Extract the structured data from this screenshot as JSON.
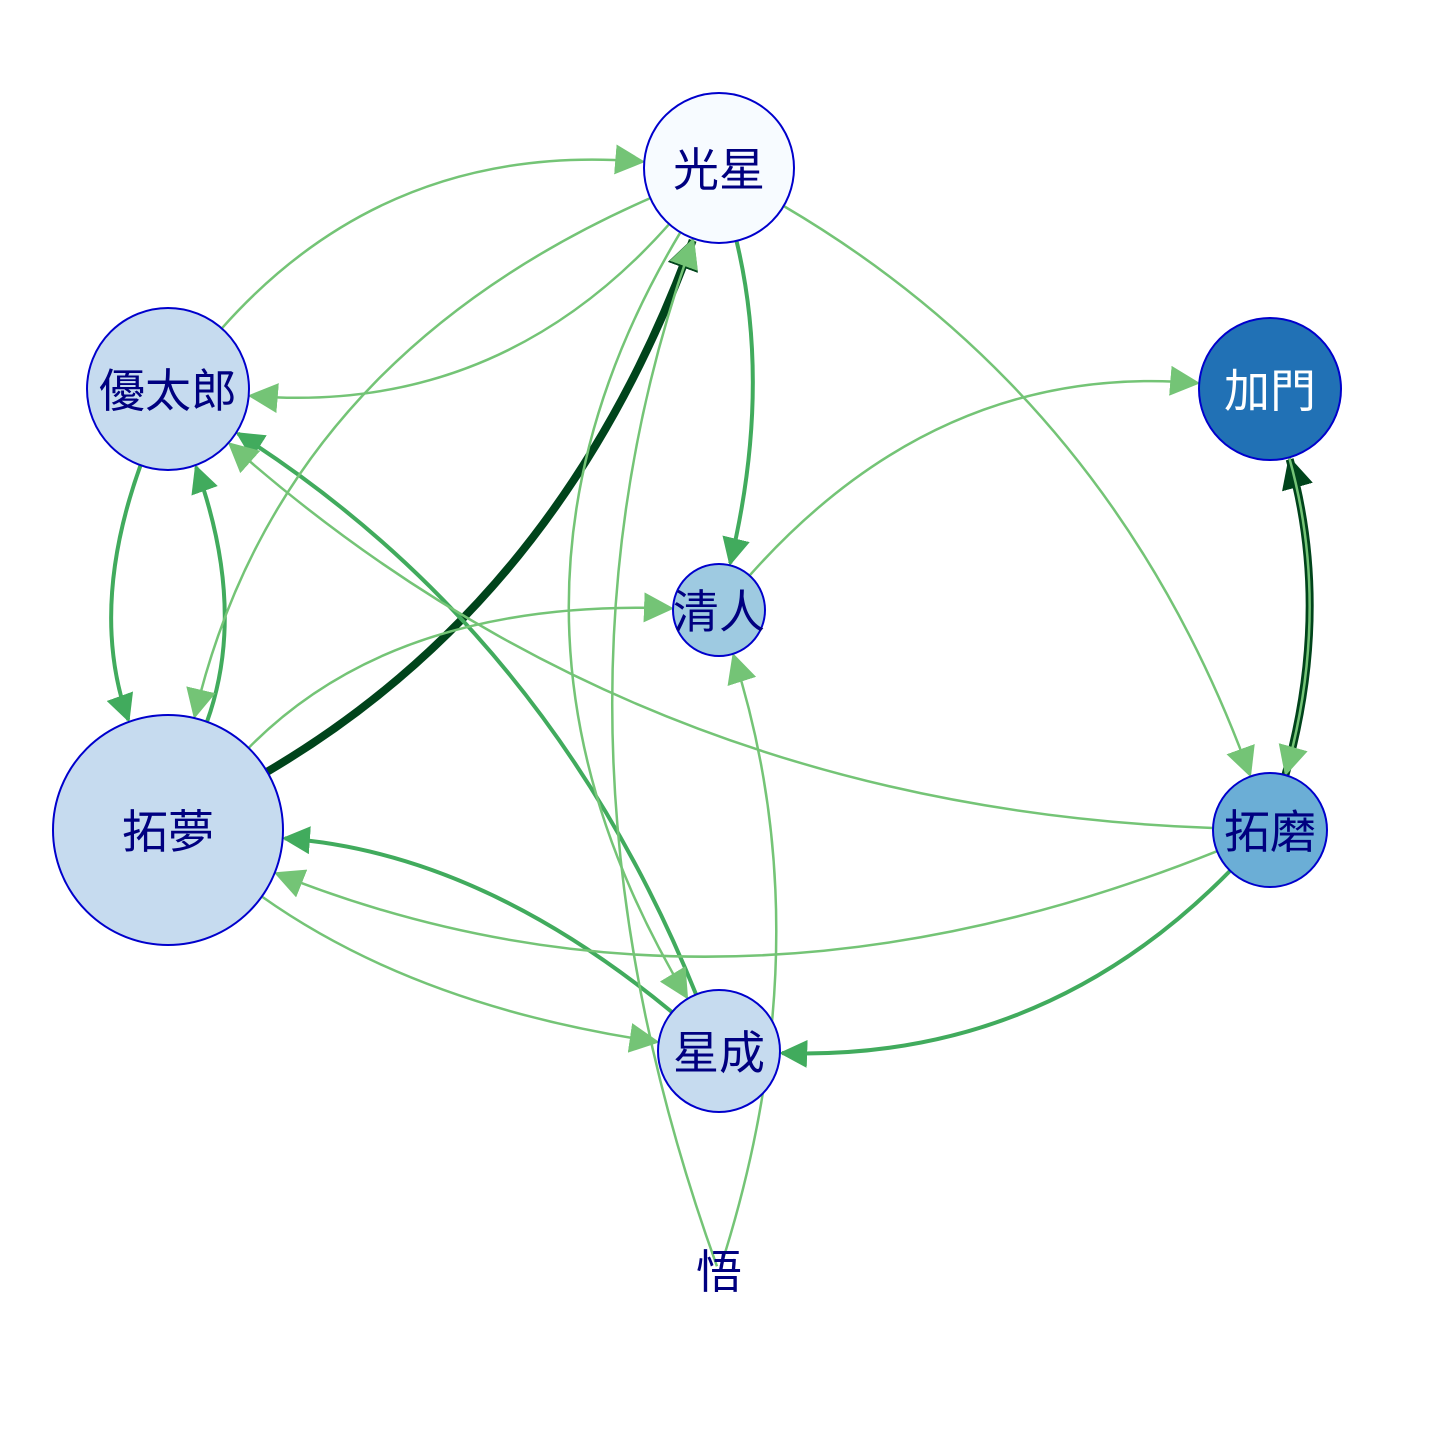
{
  "nodes": [
    {
      "id": "koboshi",
      "label": "光星",
      "fill": "#f7fbff",
      "text_color": "#000080"
    },
    {
      "id": "yutaro",
      "label": "優太郎",
      "fill": "#c6dbef",
      "text_color": "#000080"
    },
    {
      "id": "kamon",
      "label": "加門",
      "fill": "#2171b5",
      "text_color": "#ffffff"
    },
    {
      "id": "kiyoto",
      "label": "清人",
      "fill": "#9ecae1",
      "text_color": "#000080"
    },
    {
      "id": "takumu",
      "label": "拓夢",
      "fill": "#c6dbef",
      "text_color": "#000080"
    },
    {
      "id": "takuma",
      "label": "拓磨",
      "fill": "#6baed6",
      "text_color": "#000080"
    },
    {
      "id": "seina",
      "label": "星成",
      "fill": "#c6dbef",
      "text_color": "#000080"
    },
    {
      "id": "satoru",
      "label": "悟",
      "fill": "none",
      "text_color": "#000080"
    }
  ],
  "edges": [
    {
      "from": "takumu",
      "to": "koboshi",
      "weight": 4,
      "color": "#00441b"
    },
    {
      "from": "takuma",
      "to": "kamon",
      "weight": 4,
      "color": "#00441b"
    },
    {
      "from": "koboshi",
      "to": "kiyoto",
      "weight": 2,
      "color": "#41ab5d"
    },
    {
      "from": "takumu",
      "to": "yutaro",
      "weight": 2,
      "color": "#41ab5d"
    },
    {
      "from": "yutaro",
      "to": "takumu",
      "weight": 2,
      "color": "#41ab5d"
    },
    {
      "from": "seina",
      "to": "yutaro",
      "weight": 2,
      "color": "#41ab5d"
    },
    {
      "from": "seina",
      "to": "takumu",
      "weight": 2,
      "color": "#41ab5d"
    },
    {
      "from": "takuma",
      "to": "seina",
      "weight": 2,
      "color": "#41ab5d"
    },
    {
      "from": "yutaro",
      "to": "koboshi",
      "weight": 1,
      "color": "#74c476"
    },
    {
      "from": "koboshi",
      "to": "yutaro",
      "weight": 1,
      "color": "#74c476"
    },
    {
      "from": "koboshi",
      "to": "takumu",
      "weight": 1,
      "color": "#74c476"
    },
    {
      "from": "koboshi",
      "to": "takuma",
      "weight": 1,
      "color": "#74c476"
    },
    {
      "from": "kiyoto",
      "to": "kamon",
      "weight": 1,
      "color": "#74c476"
    },
    {
      "from": "kamon",
      "to": "takuma",
      "weight": 1,
      "color": "#74c476"
    },
    {
      "from": "takumu",
      "to": "kiyoto",
      "weight": 1,
      "color": "#74c476"
    },
    {
      "from": "takuma",
      "to": "yutaro",
      "weight": 1,
      "color": "#74c476"
    },
    {
      "from": "takuma",
      "to": "takumu",
      "weight": 1,
      "color": "#74c476"
    },
    {
      "from": "satoru",
      "to": "koboshi",
      "weight": 1,
      "color": "#74c476"
    },
    {
      "from": "satoru",
      "to": "kiyoto",
      "weight": 1,
      "color": "#74c476"
    },
    {
      "from": "koboshi",
      "to": "seina",
      "weight": 1,
      "color": "#74c476"
    },
    {
      "from": "takumu",
      "to": "seina",
      "weight": 1,
      "color": "#74c476"
    }
  ]
}
